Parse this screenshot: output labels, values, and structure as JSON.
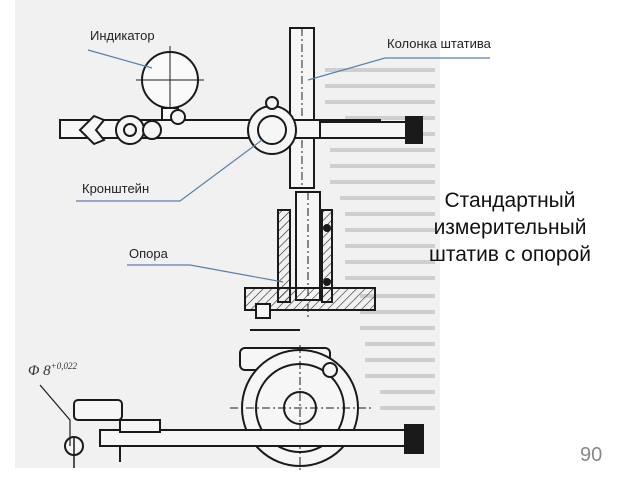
{
  "labels": {
    "indicator": "Индикатор",
    "column": "Колонка штатива",
    "bracket": "Кронштейн",
    "support": "Опора"
  },
  "dimension": {
    "prefix": "Φ 8",
    "tolerance": "+0,022"
  },
  "title": {
    "line1": "Стандартный",
    "line2": "измерительный",
    "line3": "штатив с опорой"
  },
  "page_number": "90",
  "colors": {
    "ink": "#1a1a1a",
    "leader_line": "#5b7fa6",
    "paper_tint": "#f1f1f1",
    "page_number": "#888888"
  }
}
